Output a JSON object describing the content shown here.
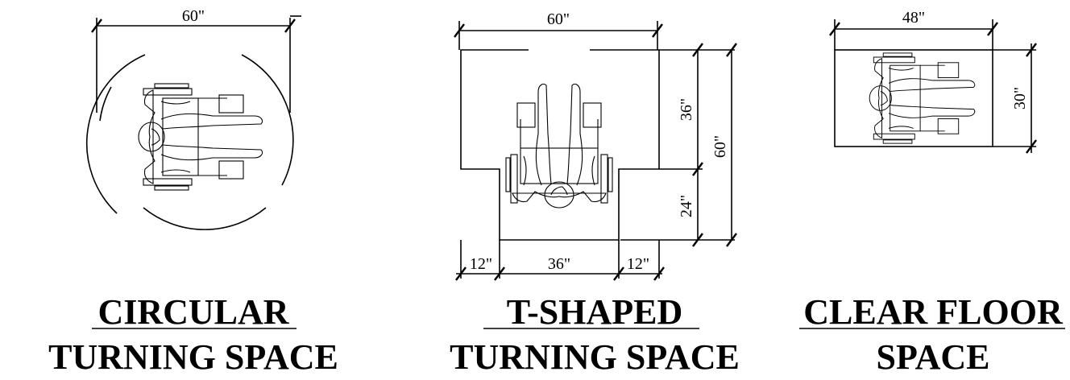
{
  "diagrams": [
    {
      "title_line1": "CIRCULAR",
      "title_line2": "TURNING SPACE",
      "dimensions": {
        "width": "60\""
      }
    },
    {
      "title_line1": "T-SHAPED",
      "title_line2": "TURNING SPACE",
      "dimensions": {
        "width": "60\"",
        "upper_depth": "36\"",
        "lower_depth": "24\"",
        "total_depth": "60\"",
        "left_offset": "12\"",
        "center_width": "36\"",
        "right_offset": "12\""
      }
    },
    {
      "title_line1": "CLEAR FLOOR",
      "title_line2": "SPACE",
      "dimensions": {
        "width": "48\"",
        "depth": "30\""
      }
    }
  ],
  "icons": [
    "wheelchair-user-top-view-icon"
  ]
}
